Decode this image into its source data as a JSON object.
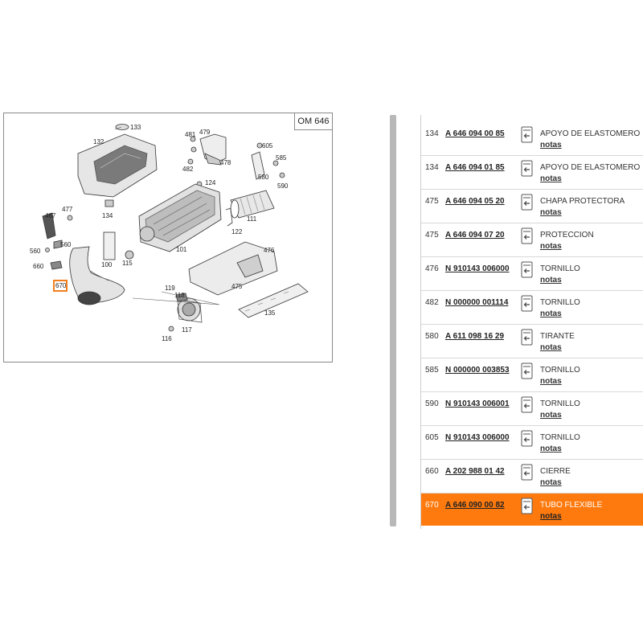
{
  "diagram": {
    "engine_code": "OM 646",
    "callouts": [
      {
        "id": "133"
      },
      {
        "id": "132"
      },
      {
        "id": "481"
      },
      {
        "id": "479"
      },
      {
        "id": "605"
      },
      {
        "id": "585"
      },
      {
        "id": "482"
      },
      {
        "id": "478"
      },
      {
        "id": "580"
      },
      {
        "id": "590"
      },
      {
        "id": "124"
      },
      {
        "id": "477"
      },
      {
        "id": "467"
      },
      {
        "id": "134"
      },
      {
        "id": "111"
      },
      {
        "id": "560"
      },
      {
        "id": "560"
      },
      {
        "id": "122"
      },
      {
        "id": "476"
      },
      {
        "id": "660"
      },
      {
        "id": "100"
      },
      {
        "id": "115"
      },
      {
        "id": "101"
      },
      {
        "id": "670"
      },
      {
        "id": "475"
      },
      {
        "id": "119"
      },
      {
        "id": "118"
      },
      {
        "id": "135"
      },
      {
        "id": "117"
      },
      {
        "id": "116"
      }
    ]
  },
  "parts": [
    {
      "pos": "134",
      "part_no": "A 646 094 00 85",
      "desc": "APOYO DE ELASTOMERO",
      "notes": "notas"
    },
    {
      "pos": "134",
      "part_no": "A 646 094 01 85",
      "desc": "APOYO DE ELASTOMERO",
      "notes": "notas"
    },
    {
      "pos": "475",
      "part_no": "A 646 094 05 20",
      "desc": "CHAPA PROTECTORA",
      "notes": "notas"
    },
    {
      "pos": "475",
      "part_no": "A 646 094 07 20",
      "desc": "PROTECCION",
      "notes": "notas"
    },
    {
      "pos": "476",
      "part_no": "N 910143 006000",
      "desc": "TORNILLO",
      "notes": "notas"
    },
    {
      "pos": "482",
      "part_no": "N 000000 001114",
      "desc": "TORNILLO",
      "notes": "notas"
    },
    {
      "pos": "580",
      "part_no": "A 611 098 16 29",
      "desc": "TIRANTE",
      "notes": "notas"
    },
    {
      "pos": "585",
      "part_no": "N 000000 003853",
      "desc": "TORNILLO",
      "notes": "notas"
    },
    {
      "pos": "590",
      "part_no": "N 910143 006001",
      "desc": "TORNILLO",
      "notes": "notas"
    },
    {
      "pos": "605",
      "part_no": "N 910143 006000",
      "desc": "TORNILLO",
      "notes": "notas"
    },
    {
      "pos": "660",
      "part_no": "A 202 988 01 42",
      "desc": "CIERRE",
      "notes": "notas"
    },
    {
      "pos": "670",
      "part_no": "A 646 090 00 82",
      "desc": "TUBO FLEXIBLE",
      "notes": "notas",
      "selected": true
    }
  ],
  "icons": {
    "cart": "add-to-cart-icon"
  },
  "colors": {
    "selected_row": "#ff7a0e",
    "callout_highlight": "#f0801e"
  }
}
